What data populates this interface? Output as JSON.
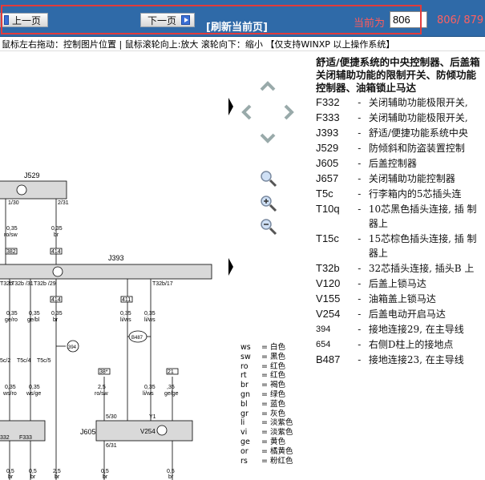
{
  "toolbar": {
    "prev_label": "上一页",
    "next_label": "下一页",
    "refresh_label": "[刷新当前页]",
    "current_label": "当前为",
    "page_value": "806",
    "page_total": "806/ 879"
  },
  "hint": "鼠标左右拖动：控制图片位置 | 鼠标滚轮向上:放大 滚轮向下：缩小 【仅支持WINXP 以上操作系统】",
  "legend": {
    "title": "舒适/便捷系统的中央控制器、后盖箱关闭辅助功能的限制开关、防倾功能控制器、油箱锁止马达",
    "rows": [
      {
        "code": "F332",
        "desc": "关闭辅助功能极限开关,"
      },
      {
        "code": "F333",
        "desc": "关闭辅助功能极限开关,"
      },
      {
        "code": "J393",
        "desc": "舒适/便捷功能系统中央"
      },
      {
        "code": "J529",
        "desc": "防倾斜和防盗装置控制"
      },
      {
        "code": "J605",
        "desc": "后盖控制器"
      },
      {
        "code": "J657",
        "desc": "关闭辅助功能控制器"
      },
      {
        "code": "T5c",
        "desc": "行李箱内的5芯插头连"
      },
      {
        "code": "T10q",
        "desc": "10芯黑色插头连接, 插 制器上"
      },
      {
        "code": "T15c",
        "desc": "15芯棕色插头连接, 插 制器上"
      },
      {
        "code": "T32b",
        "desc": "32芯插头连接, 插头B 上"
      },
      {
        "code": "V120",
        "desc": "后盖上锁马达"
      },
      {
        "code": "V155",
        "desc": "油箱盖上锁马达"
      },
      {
        "code": "V254",
        "desc": "后盖电动开启马达"
      },
      {
        "code": "394",
        "desc": "接地连接29, 在主导线"
      },
      {
        "code": "654",
        "desc": "右侧D柱上的接地点"
      },
      {
        "code": "B487",
        "desc": "接地连接23, 在主导线"
      }
    ]
  },
  "diagram": {
    "labels": {
      "j529": "J529",
      "j393": "J393",
      "j605": "J605",
      "v254": "V254",
      "f333": "F333",
      "w130": "1/30",
      "w231": "2/31",
      "s1": "0,35",
      "s1c": "ro/sw",
      "s2": "0,35",
      "s2c": "br",
      "t382": "382",
      "t414": "414",
      "t414b": "414",
      "t411": "411",
      "t38": "38*",
      "t21": "21",
      "g394": "394",
      "b487": "B487",
      "t32b31": "T32b /31",
      "t32b29": "T32b /29",
      "t32b17": "T32b/17",
      "t32b": "T32b",
      "c1": "0,35",
      "c1c": "ge/ro",
      "c2": "0,35",
      "c2c": "ge/bl",
      "c3": "0,35",
      "c3c": "br",
      "c4": "0,35",
      "c4c": "li/ws",
      "c5": "0,35",
      "c5c": "li/ws",
      "d1": "0,35",
      "d1c": "ws/ro",
      "d2": "0,35",
      "d2c": "ws/ge",
      "d3": "2,5",
      "d3c": "ro/sw",
      "d4": "0,35",
      "d4c": "li/ws",
      "d5": ",35",
      "d5c": "ge/ge",
      "t5c4": "T5c/4",
      "t5c5": "T5c/5",
      "t5c2": "5c/2",
      "t5c30": "5/30",
      "t6": "6/31",
      "a1": "Y1",
      "a2": "332",
      "b1": "0,5",
      "b1c": "br",
      "b2": "0,5",
      "b2c": "br",
      "b3": "2,5",
      "b3c": "br",
      "b4": "0,5",
      "b4c": "br",
      "b5": "0,5",
      "b5c": "br"
    },
    "colors": [
      {
        "code": "ws",
        "name": "白色"
      },
      {
        "code": "sw",
        "name": "黑色"
      },
      {
        "code": "ro",
        "name": "红色"
      },
      {
        "code": "rt",
        "name": "红色"
      },
      {
        "code": "br",
        "name": "褐色"
      },
      {
        "code": "gn",
        "name": "绿色"
      },
      {
        "code": "bl",
        "name": "蓝色"
      },
      {
        "code": "gr",
        "name": "灰色"
      },
      {
        "code": "li",
        "name": "淡紫色"
      },
      {
        "code": "vi",
        "name": "淡紫色"
      },
      {
        "code": "ge",
        "name": "黄色"
      },
      {
        "code": "or",
        "name": "橘黄色"
      },
      {
        "code": "rs",
        "name": "粉红色"
      }
    ]
  }
}
